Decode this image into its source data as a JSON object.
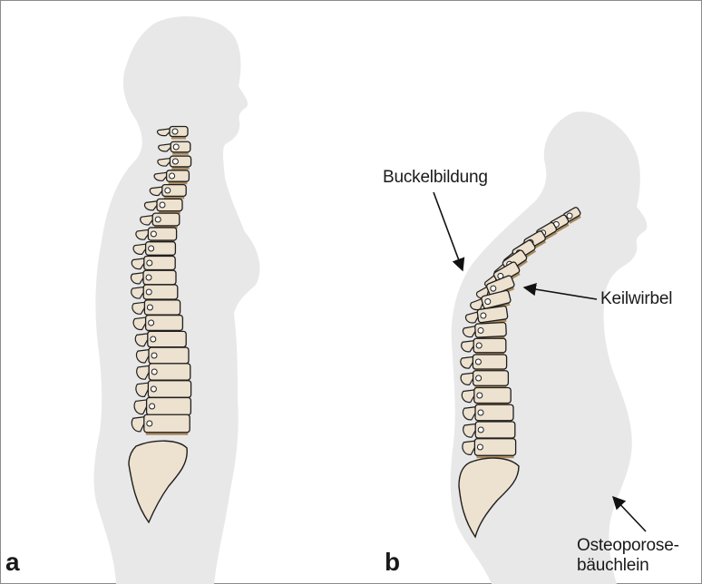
{
  "figure": {
    "panels": [
      {
        "letter": "a"
      },
      {
        "letter": "b"
      }
    ],
    "annotations": {
      "hump": "Buckelbildung",
      "wedge_vertebra": "Keilwirbel",
      "belly_line1": "Osteoporose-",
      "belly_line2": "bäuchlein"
    },
    "colors": {
      "silhouette": "#e8e8e8",
      "bone": "#ede1cf",
      "bone_outline": "#1e1e1e",
      "disc": "#a98a5d",
      "arrow": "#111111"
    }
  }
}
